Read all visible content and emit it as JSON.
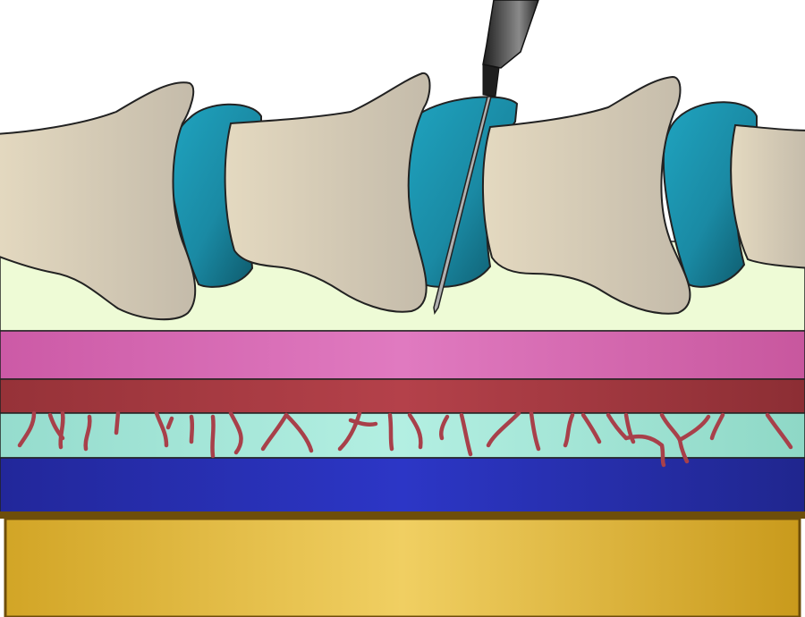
{
  "colors": {
    "background": "#ffffff",
    "fat_layer": "#eefbd6",
    "bone_light": "#e4d9c0",
    "bone_dark": "#c4bbaa",
    "disc_light": "#1fa4c0",
    "disc_dark": "#0d5566",
    "needle_handle_dark": "#1e1e1e",
    "needle_handle_light": "#8a8a8a",
    "needle_shaft": "#b0b0b0",
    "muscle_band": "#e07ac0",
    "dura_band": "#b4414a",
    "csf_band": "#b3efe2",
    "nerve_roots": "#a8404a",
    "spinal_cord_band": "#2c36c6",
    "bottom_border": "#6e4e0a",
    "bottom_band": "#f0cf62",
    "outline": "#222222"
  },
  "structures": [
    {
      "id": "vertebra",
      "icon": "vertebra-icon"
    },
    {
      "id": "intervertebral-disc",
      "icon": "disc-icon"
    },
    {
      "id": "needle",
      "icon": "needle-icon"
    },
    {
      "id": "tissue-bands",
      "icon": "layer-icon"
    }
  ]
}
